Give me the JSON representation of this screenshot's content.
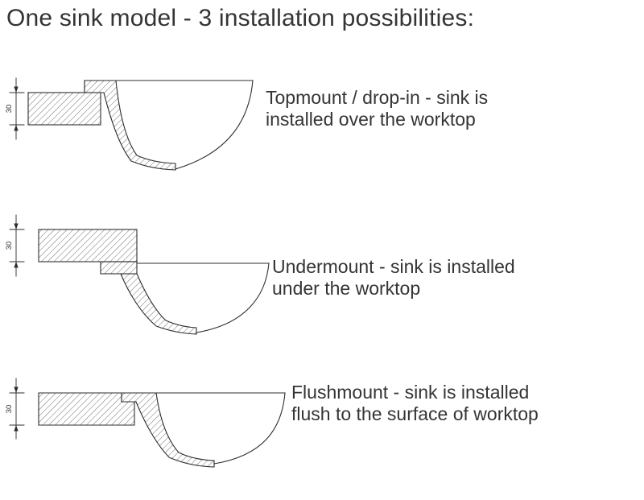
{
  "title": "One sink model - 3 installation possibilities:",
  "colors": {
    "text": "#343434",
    "line": "#2d2d2d",
    "hatch": "#4d4d4d"
  },
  "rows": [
    {
      "id": "topmount",
      "dimension_label": "30",
      "description_line1": "Topmount / drop-in - sink is",
      "description_line2": "installed over the worktop"
    },
    {
      "id": "undermount",
      "dimension_label": "30",
      "description_line1": "Undermount - sink is installed",
      "description_line2": "under the worktop"
    },
    {
      "id": "flushmount",
      "dimension_label": "30",
      "description_line1": "Flushmount - sink is installed",
      "description_line2": "flush to the surface of worktop"
    }
  ]
}
